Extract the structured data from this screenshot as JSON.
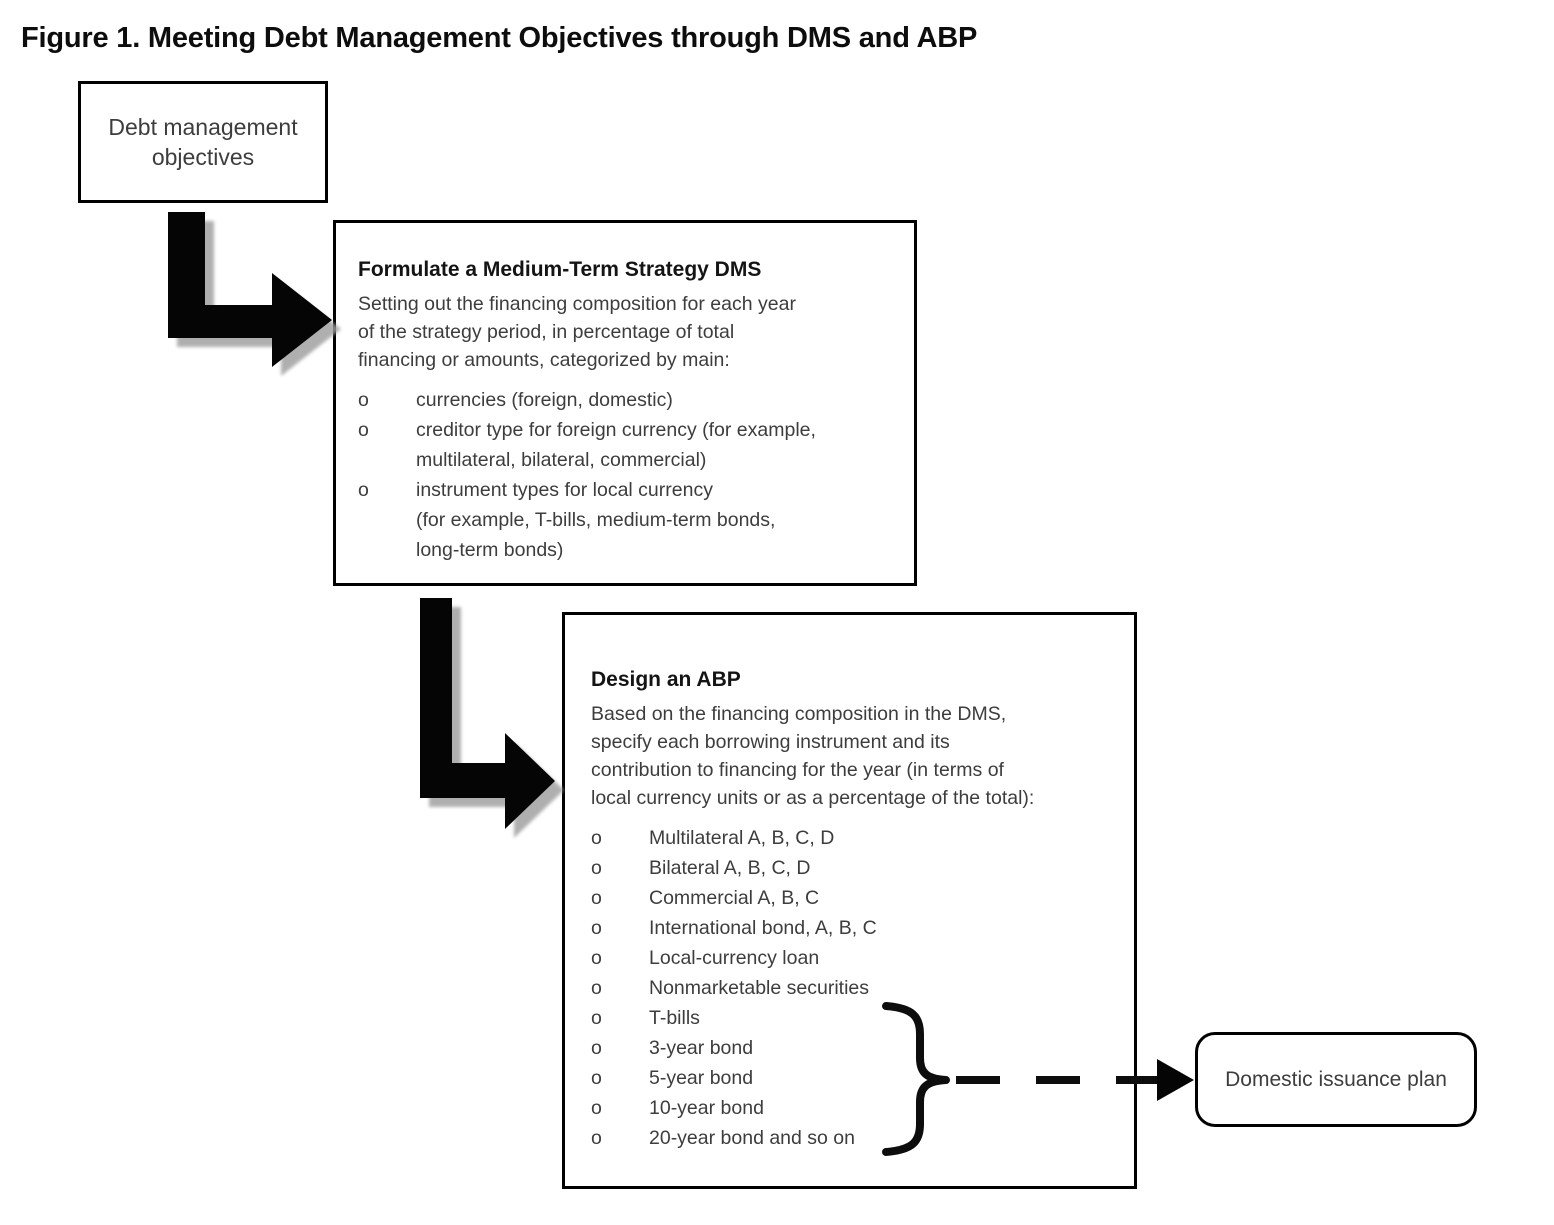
{
  "figure": {
    "title": "Figure 1. Meeting Debt Management Objectives through DMS and ABP"
  },
  "markers": {
    "bullet": "o"
  },
  "nodes": {
    "objectives": {
      "label": "Debt management\nobjectives"
    },
    "dms": {
      "heading": "Formulate a Medium-Term Strategy DMS",
      "body": "Setting out the financing composition for each year\nof the strategy period, in percentage of total\nfinancing or amounts, categorized by main:",
      "bullets": [
        "currencies (foreign, domestic)",
        "creditor type for foreign currency (for example,\nmultilateral, bilateral, commercial)",
        "instrument types for local currency\n(for example, T-bills, medium-term bonds,\nlong-term bonds)"
      ]
    },
    "abp": {
      "heading": "Design an ABP",
      "body": "Based on the financing composition in the DMS,\nspecify each borrowing instrument and its\ncontribution to financing for the year (in terms of\nlocal currency units or as a percentage of the total):",
      "bullets": [
        "Multilateral A, B, C, D",
        "Bilateral A, B, C, D",
        "Commercial A, B, C",
        "International bond, A, B, C",
        "Local-currency loan",
        "Nonmarketable securities",
        "T-bills",
        "3-year bond",
        "5-year bond",
        "10-year bond",
        "20-year bond and so on"
      ]
    },
    "issuance": {
      "label": "Domestic issuance plan"
    }
  },
  "colors": {
    "ink": "#000000",
    "body_text": "#3d3d3d",
    "arrow_shadow": "#9c9c9c",
    "background": "#ffffff"
  }
}
